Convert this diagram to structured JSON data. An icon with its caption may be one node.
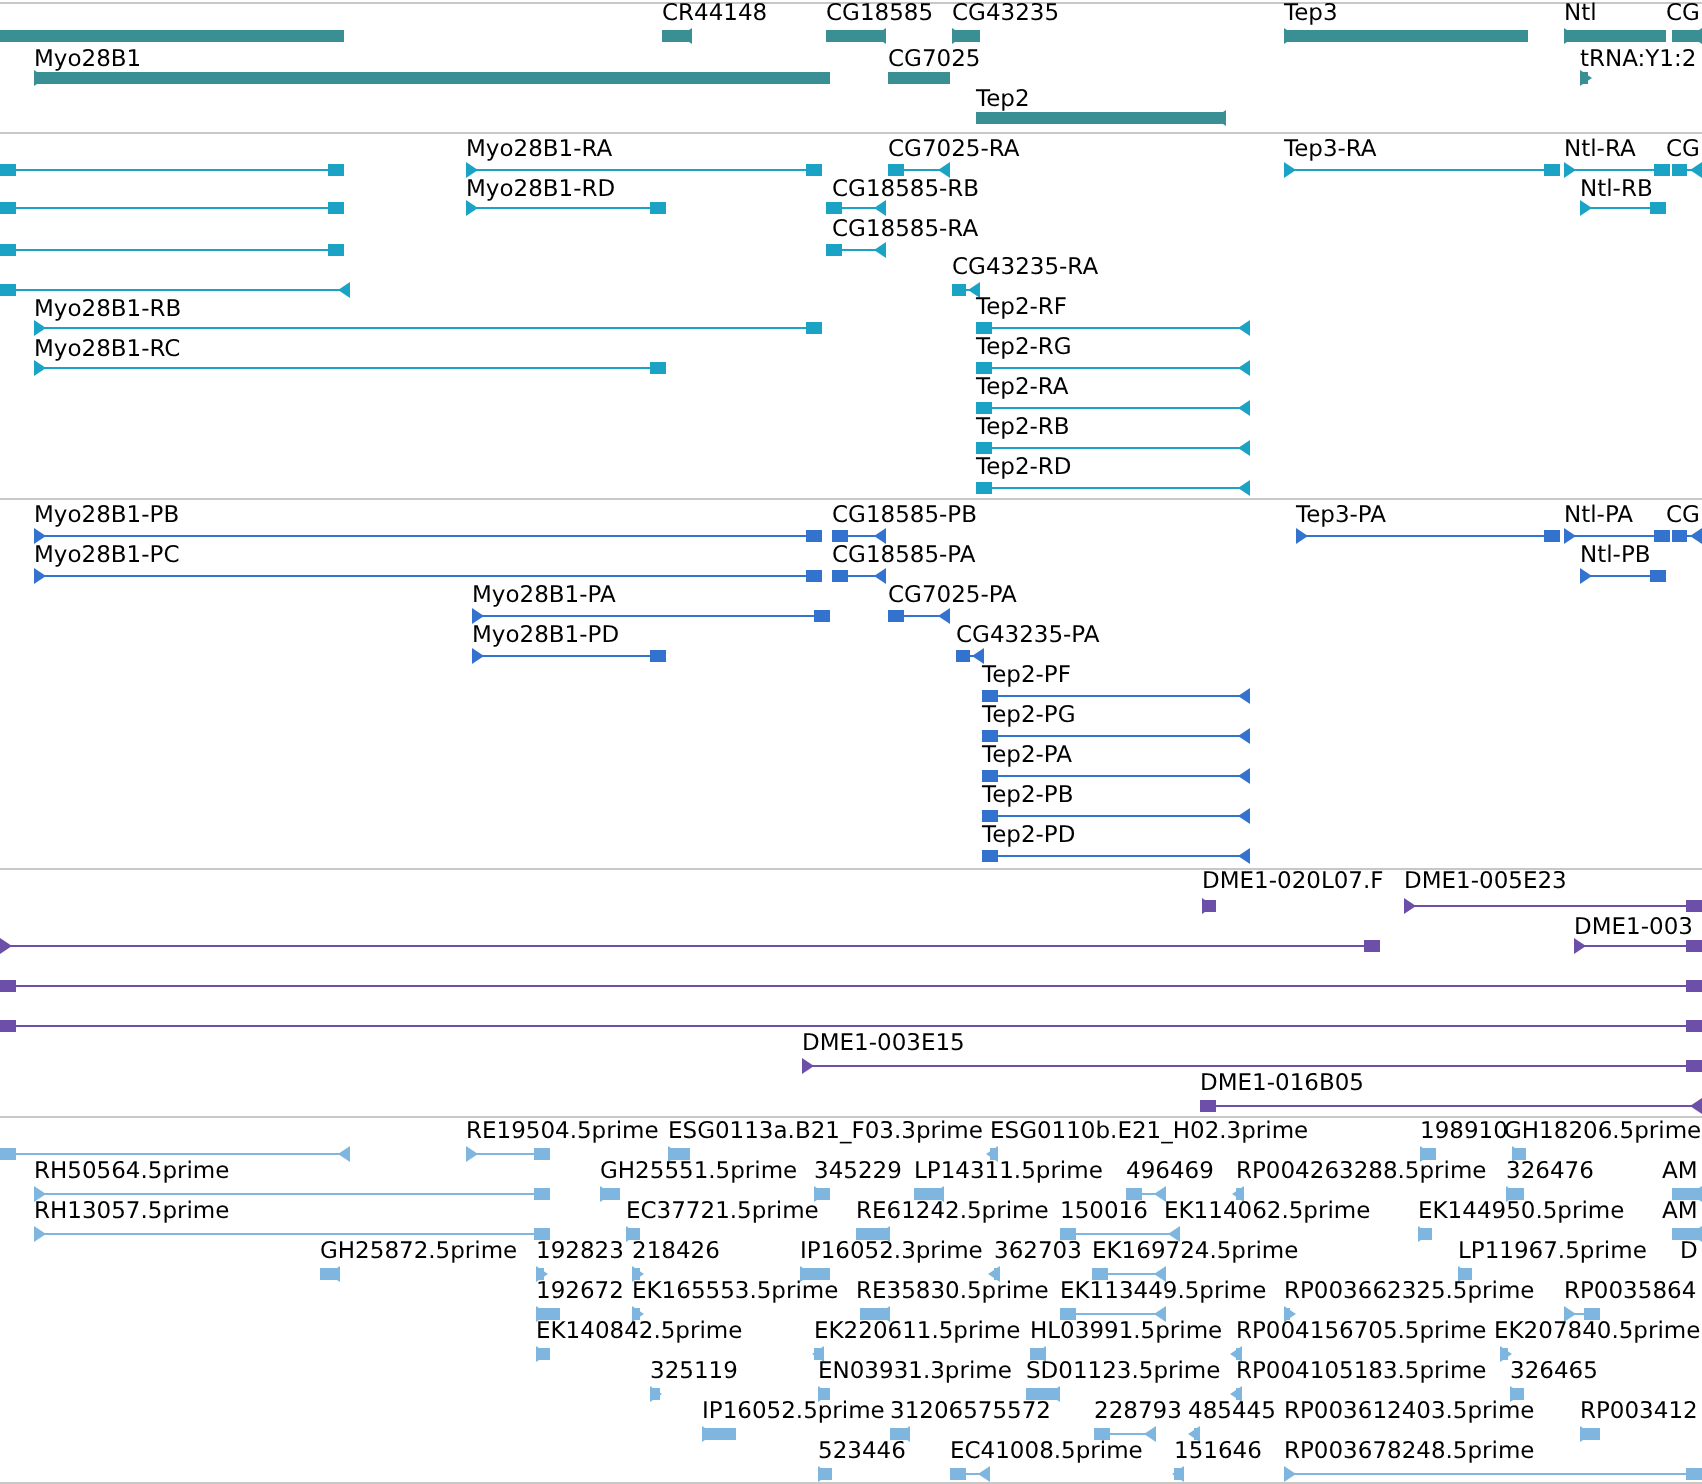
{
  "diagram": {
    "labels": [
      "CR44148",
      "CG18585",
      "CG43235",
      "Tep3",
      "Ntl",
      "CG",
      "Myo28B1",
      "CG7025",
      "tRNA:Y1:2",
      "Tep2",
      "Myo28B1-RA",
      "CG7025-RA",
      "Tep3-RA",
      "Ntl-RA",
      "CG",
      "Myo28B1-RD",
      "CG18585-RB",
      "Ntl-RB",
      "CG18585-RA",
      "CG43235-RA",
      "Myo28B1-RB",
      "Tep2-RF",
      "Myo28B1-RC",
      "Tep2-RG",
      "Tep2-RA",
      "Tep2-RB",
      "Tep2-RD",
      "Myo28B1-PB",
      "CG18585-PB",
      "Tep3-PA",
      "Ntl-PA",
      "CG",
      "Myo28B1-PC",
      "CG18585-PA",
      "Ntl-PB",
      "Myo28B1-PA",
      "CG7025-PA",
      "Myo28B1-PD",
      "CG43235-PA",
      "Tep2-PF",
      "Tep2-PG",
      "Tep2-PA",
      "Tep2-PB",
      "Tep2-PD",
      "DME1-020L07.F",
      "DME1-005E23",
      "DME1-003",
      "DME1-003E15",
      "DME1-016B05",
      "RE19504.5prime",
      "ESG0113a.B21_F03.3prime",
      "ESG0110b.E21_H02.3prime",
      "198910",
      "GH18206.5prime",
      "RH50564.5prime",
      "GH25551.5prime",
      "345229",
      "LP14311.5prime",
      "496469",
      "RP004263288.5prime",
      "326476",
      "AM",
      "RH13057.5prime",
      "EC37721.5prime",
      "RE61242.5prime",
      "150016",
      "EK114062.5prime",
      "EK144950.5prime",
      "AM",
      "GH25872.5prime",
      "192823",
      "218426",
      "IP16052.3prime",
      "362703",
      "EK169724.5prime",
      "LP11967.5prime",
      "D",
      "192672",
      "EK165553.5prime",
      "RE35830.5prime",
      "EK113449.5prime",
      "RP003662325.5prime",
      "RP0035864",
      "EK140842.5prime",
      "EK220611.5prime",
      "HL03991.5prime",
      "RP004156705.5prime",
      "EK207840.5prime",
      "325119",
      "EN03931.3prime",
      "SD01123.5prime",
      "RP004105183.5prime",
      "326465",
      "IP16052.5prime",
      "31206575572",
      "228793",
      "485445",
      "RP003612403.5prime",
      "RP003412",
      "523446",
      "EC41008.5prime",
      "151646",
      "RP003678248.5prime"
    ]
  }
}
